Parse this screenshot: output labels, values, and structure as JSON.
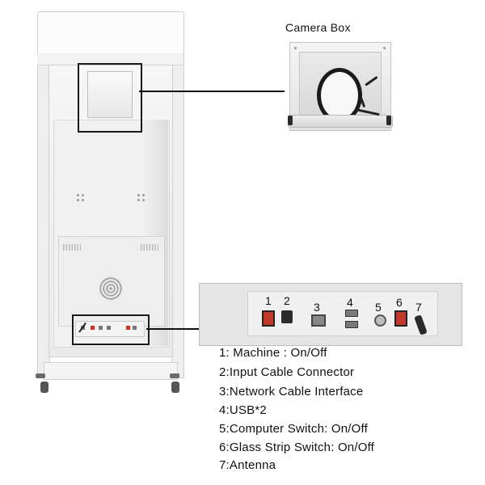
{
  "camera_box": {
    "title": "Camera Box"
  },
  "panel_numbers": [
    "1",
    "2",
    "3",
    "4",
    "5",
    "6",
    "7"
  ],
  "legend": [
    "1: Machine : On/Off",
    "2:Input Cable Connector",
    "3:Network Cable Interface",
    "4:USB*2",
    "5:Computer Switch: On/Off",
    "6:Glass Strip Switch: On/Off",
    "7:Antenna"
  ],
  "icons": {
    "camera": "camera-box-icon",
    "power_switch": "rocker-switch-icon",
    "power_inlet": "iec-inlet-icon",
    "network": "rj45-port-icon",
    "usb": "usb-port-icon",
    "computer_switch": "round-switch-icon",
    "glass_strip_switch": "rocker-switch-icon",
    "antenna": "antenna-icon"
  },
  "colors": {
    "switch_red": "#c0392b",
    "outline": "#1a1a1a",
    "panel_gray": "#e5e5e5"
  }
}
